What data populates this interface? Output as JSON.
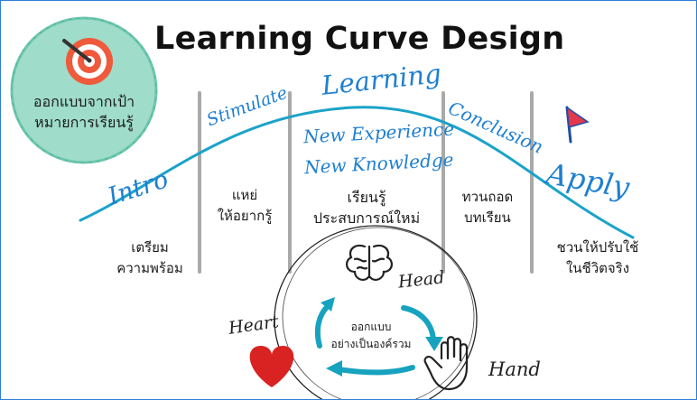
{
  "title": "Learning Curve Design",
  "goal": {
    "line1": "ออกแบบจากเป้า",
    "line2": "หมายการเรียนรู้"
  },
  "stages": [
    {
      "key": "intro",
      "label": "Intro",
      "line1": "เตรียม",
      "line2": "ความพร้อม"
    },
    {
      "key": "stimulate",
      "label": "Stimulate",
      "line1": "แหย่",
      "line2": "ให้อยากรู้"
    },
    {
      "key": "learning",
      "label": "Learning",
      "line1": "เรียนรู้",
      "line2": "ประสบการณ์ใหม่"
    },
    {
      "key": "conclusion",
      "label": "Conclusion",
      "line1": "ทวนถอด",
      "line2": "บทเรียน"
    },
    {
      "key": "apply",
      "label": "Apply",
      "line1": "ชวนให้ปรับใช้",
      "line2": "ในชีวิตจริง"
    }
  ],
  "learning_notes": [
    "New Experience",
    "New Knowledge"
  ],
  "cycle": {
    "head": "Head",
    "heart": "Heart",
    "hand": "Hand",
    "center_line1": "ออกแบบ",
    "center_line2": "อย่างเป็นองค์รวม"
  },
  "colors": {
    "accent_blue": "#1f7fd0",
    "curve": "#1aa3c9",
    "teal": "#58c2a6",
    "target": "#ef5a3c",
    "heart": "#d92323",
    "divider": "#a9a9a9"
  }
}
